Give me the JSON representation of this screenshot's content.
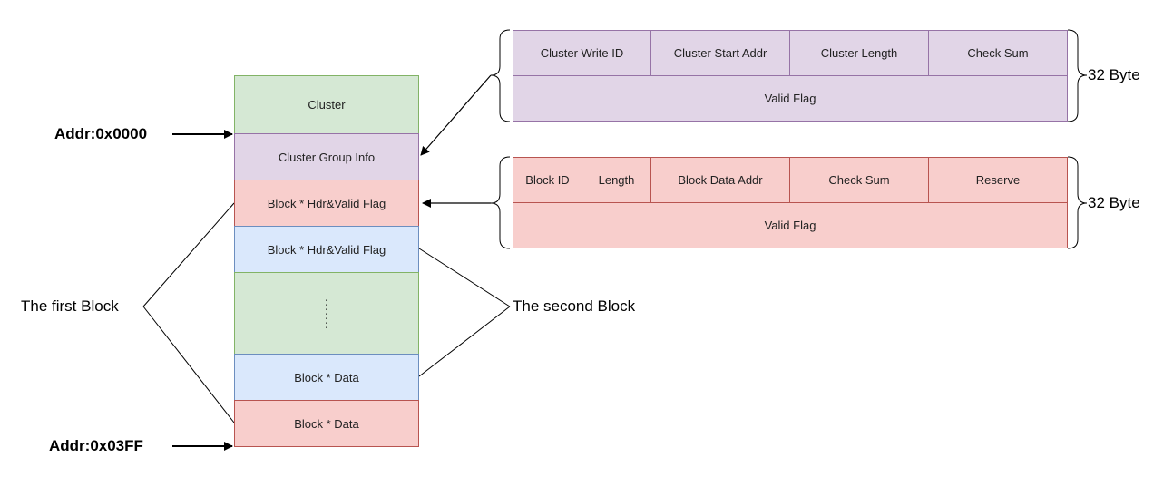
{
  "memory_blocks": [
    {
      "label": "Cluster"
    },
    {
      "label": "Cluster Group Info"
    },
    {
      "label": "Block * Hdr&Valid Flag"
    },
    {
      "label": "Block * Hdr&Valid Flag"
    },
    {
      "label": "Block * Data"
    },
    {
      "label": "Block * Data"
    }
  ],
  "addresses": {
    "start": "Addr:0x0000",
    "end": "Addr:0x03FF"
  },
  "group_labels": {
    "first": "The first Block",
    "second": "The second Block"
  },
  "cluster_header": {
    "fields": [
      "Cluster Write ID",
      "Cluster Start Addr",
      "Cluster Length",
      "Check Sum"
    ],
    "valid_flag": "Valid Flag",
    "size": "32 Byte"
  },
  "block_header": {
    "fields": [
      "Block ID",
      "Length",
      "Block Data Addr",
      "Check Sum",
      "Reserve"
    ],
    "valid_flag": "Valid Flag",
    "size": "32 Byte"
  },
  "colors": {
    "cluster": "#d5e8d4",
    "group_info": "#e1d5e7",
    "block_header": "#f8cecc",
    "block_data": "#dae8fc"
  }
}
